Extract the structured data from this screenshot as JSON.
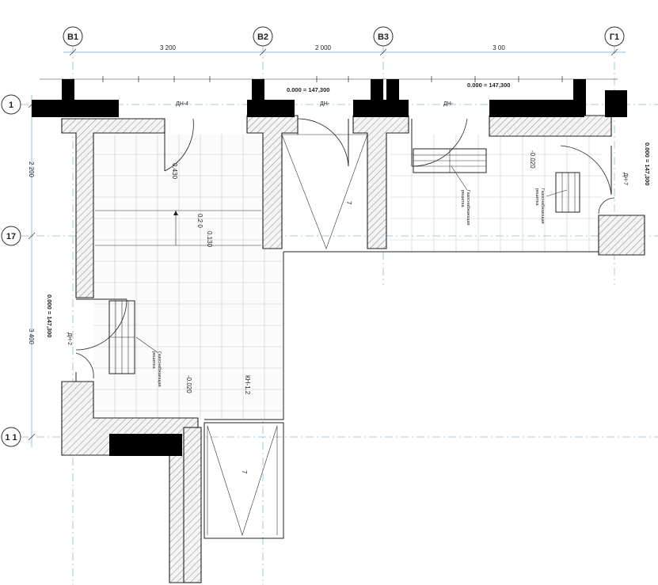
{
  "axes_top": [
    "В1",
    "В2",
    "В3",
    "Г1"
  ],
  "axes_left": [
    "1",
    "17",
    "1 1"
  ],
  "dimensions_top": [
    "3 200",
    "2 000",
    "3 00"
  ],
  "dimensions_left": [
    "2 200",
    "3 400"
  ],
  "levels": {
    "top_center": "0.000 = 147,300",
    "top_right": "0.000 = 147,300",
    "right": "0.000 = 147,300",
    "left": "0.000 = 147,300"
  },
  "spot_levels": {
    "a": "0.430",
    "b": "0.2 0",
    "c": "0.130",
    "d": "-0.020",
    "e": "-0.020"
  },
  "doors": {
    "d1": "ДН-4",
    "d2": "ДН-",
    "d3": "ДН-",
    "d4": "ДН-7",
    "d5": "ДН-2"
  },
  "rooms": {
    "main": "КН-1.2",
    "stair_top": "7",
    "stair_bottom": "7"
  },
  "equipment": {
    "left": [
      "Газоснабжающая",
      "решетка"
    ],
    "top": [
      "Газоснабжающая",
      "решетка"
    ],
    "right": [
      "Газоснабжающая",
      "решетка"
    ]
  },
  "colors": {
    "wall_fill": "#f1f1f1",
    "column": "#000000",
    "axis": "#8fb8d6"
  }
}
